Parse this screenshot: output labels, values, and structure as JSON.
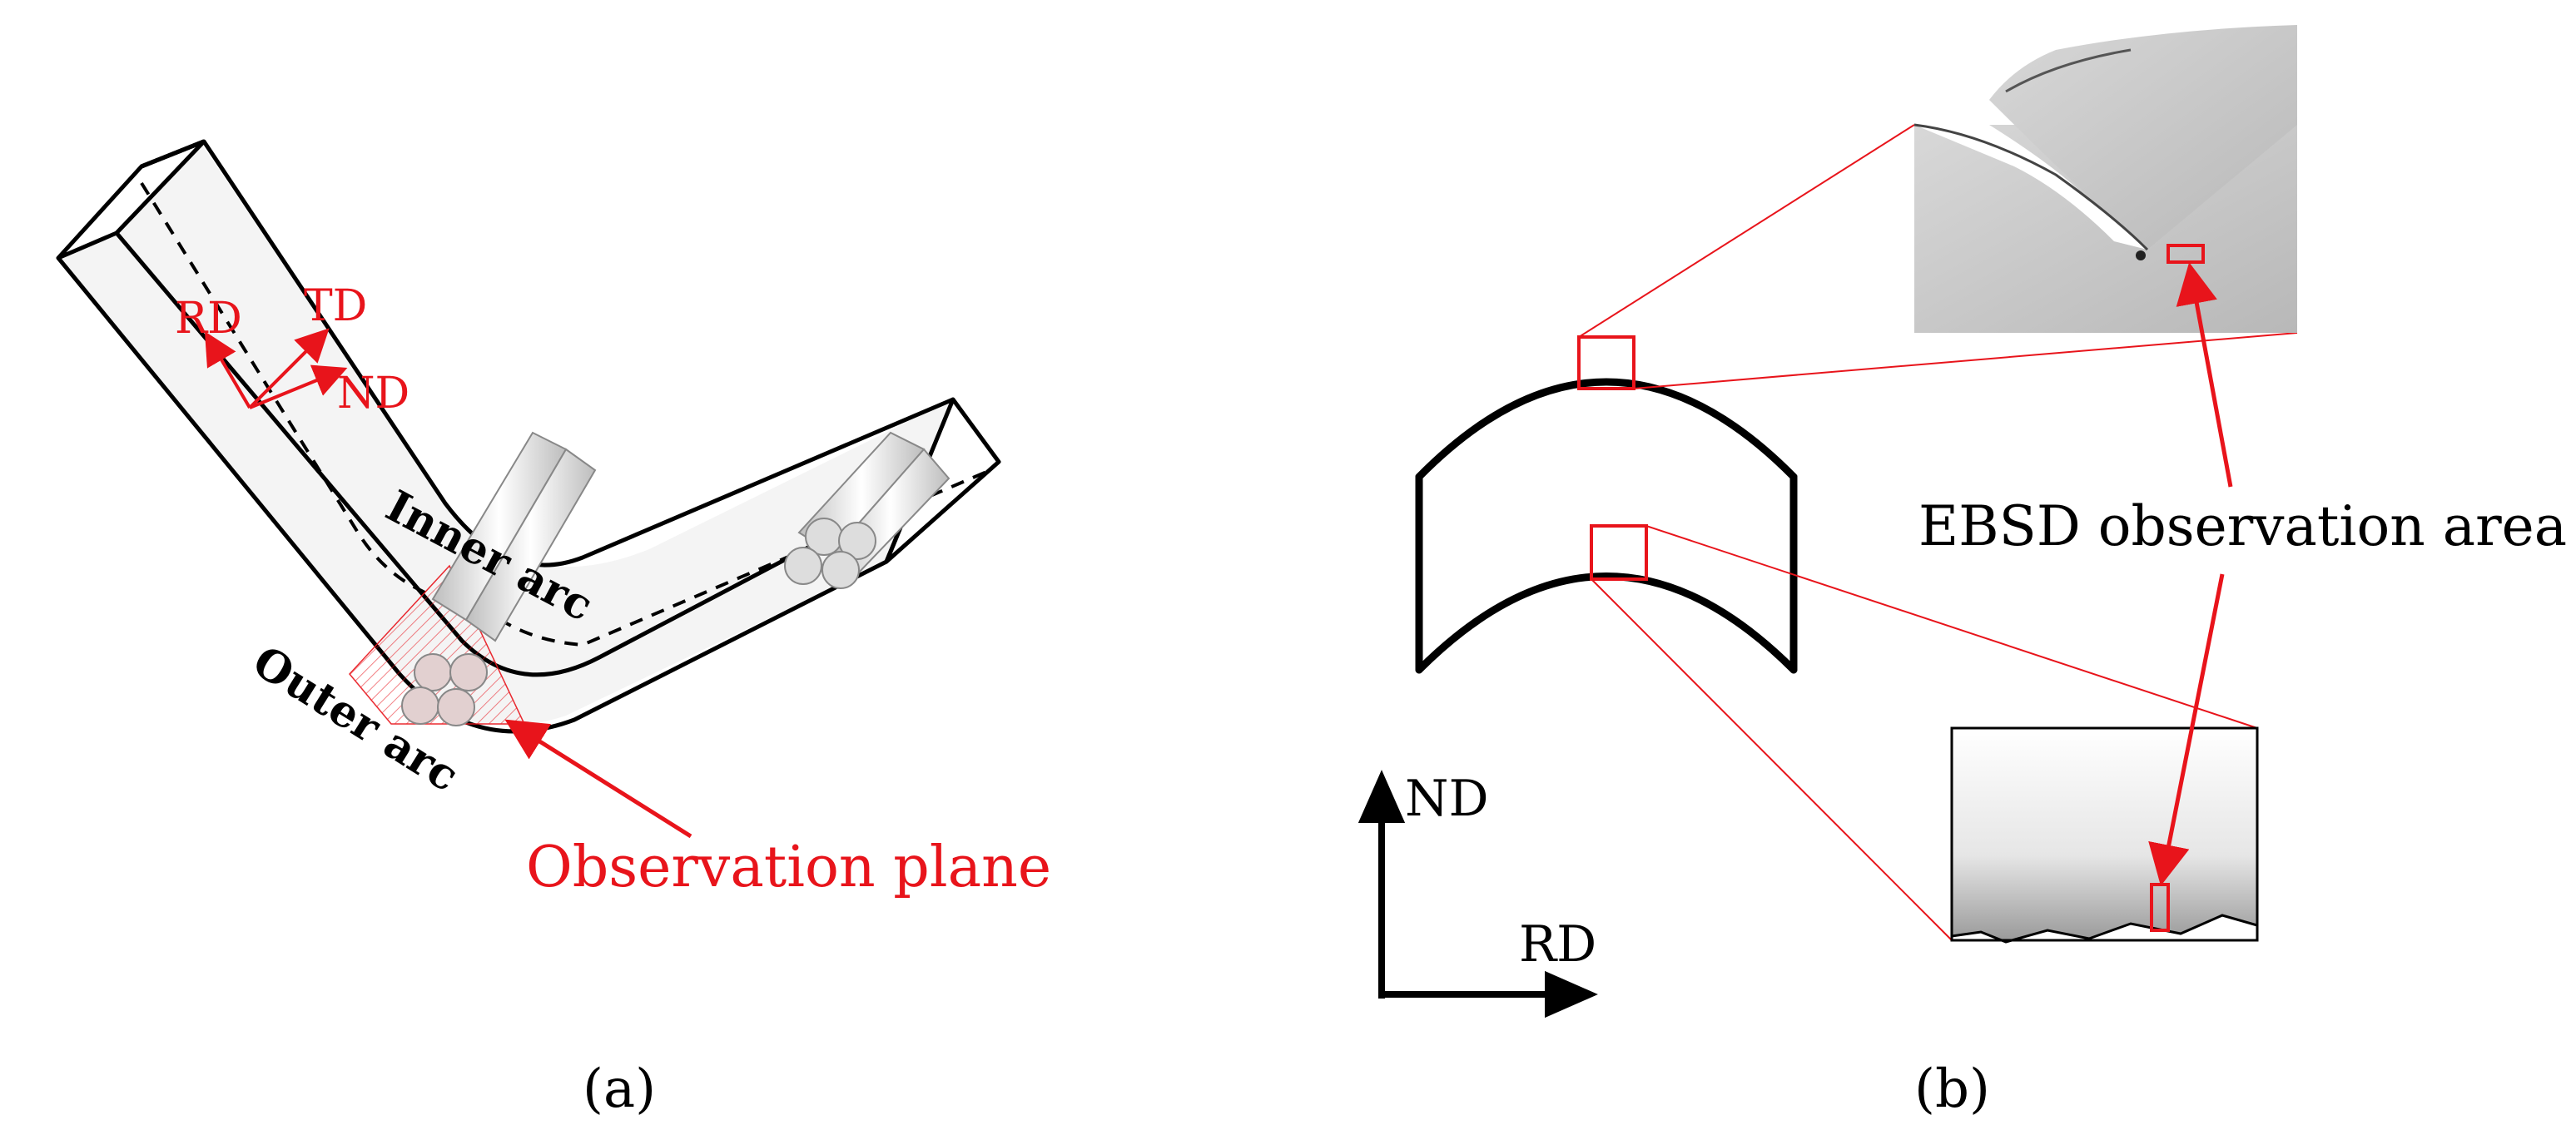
{
  "panel_a": {
    "caption": "(a)",
    "axes": {
      "rd": "RD",
      "td": "TD",
      "nd": "ND"
    },
    "inner_arc_label": "Inner arc",
    "outer_arc_label": "Outer arc",
    "observation_plane_label": "Observation plane"
  },
  "panel_b": {
    "caption": "(b)",
    "ebsd_label": "EBSD observation area",
    "axes": {
      "nd": "ND",
      "rd": "RD"
    }
  },
  "colors": {
    "annotation_red": "#e8141b",
    "outline_black": "#000000"
  }
}
